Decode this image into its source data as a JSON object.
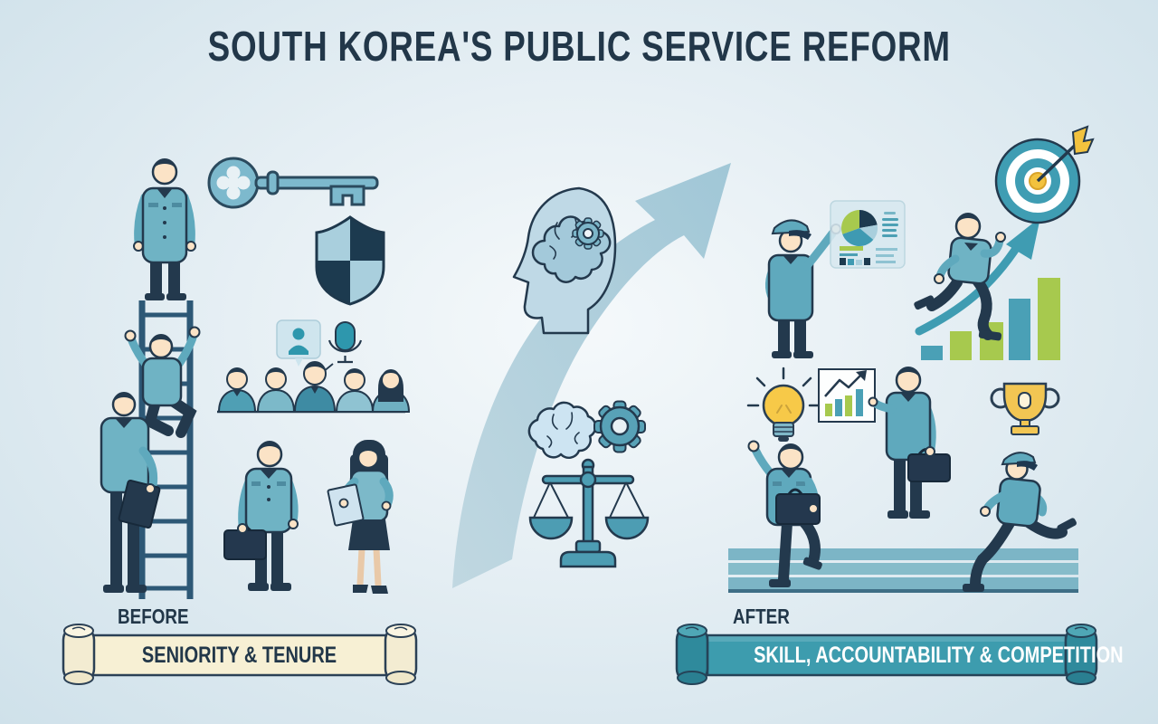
{
  "title": "SOUTH KOREA'S PUBLIC SERVICE REFORM",
  "before": {
    "label": "BEFORE",
    "banner_text": "SENIORITY & TENURE",
    "icons": [
      "ladder-icon",
      "person-top-of-ladder",
      "person-climbing-ladder",
      "person-with-clipboard",
      "key-icon",
      "shield-icon",
      "video-call-icon",
      "microphone-icon",
      "team-group",
      "person-with-briefcase",
      "person-with-document",
      "scroll-banner-cream"
    ]
  },
  "transition": {
    "icons": [
      "mind-head-icon",
      "growth-arrow",
      "brain-icon",
      "gear-icon",
      "scales-icon"
    ]
  },
  "after": {
    "label": "AFTER",
    "banner_text": "SKILL, ACCOUNTABILITY & COMPETITION",
    "icons": [
      "officer-pointing",
      "chart-board-icon",
      "target-icon",
      "person-running-up-bars",
      "bar-chart-growth",
      "lightbulb-icon",
      "chart-card-icon",
      "person-presenting-chart",
      "trophy-icon",
      "person-waving-running",
      "person-running-cap",
      "race-track",
      "scroll-banner-teal"
    ]
  },
  "colors": {
    "background_edge": "#cfe1ea",
    "background_center": "#f5f9fb",
    "ink_navy": "#23394d",
    "teal": "#5fa9bd",
    "deep_teal": "#3d9cae",
    "light_blue": "#a9cfdd",
    "green": "#a7c94e",
    "yellow": "#f2c23e",
    "cream_banner": "#f7f0d4",
    "skin": "#fbe3c6",
    "white": "#ffffff"
  }
}
